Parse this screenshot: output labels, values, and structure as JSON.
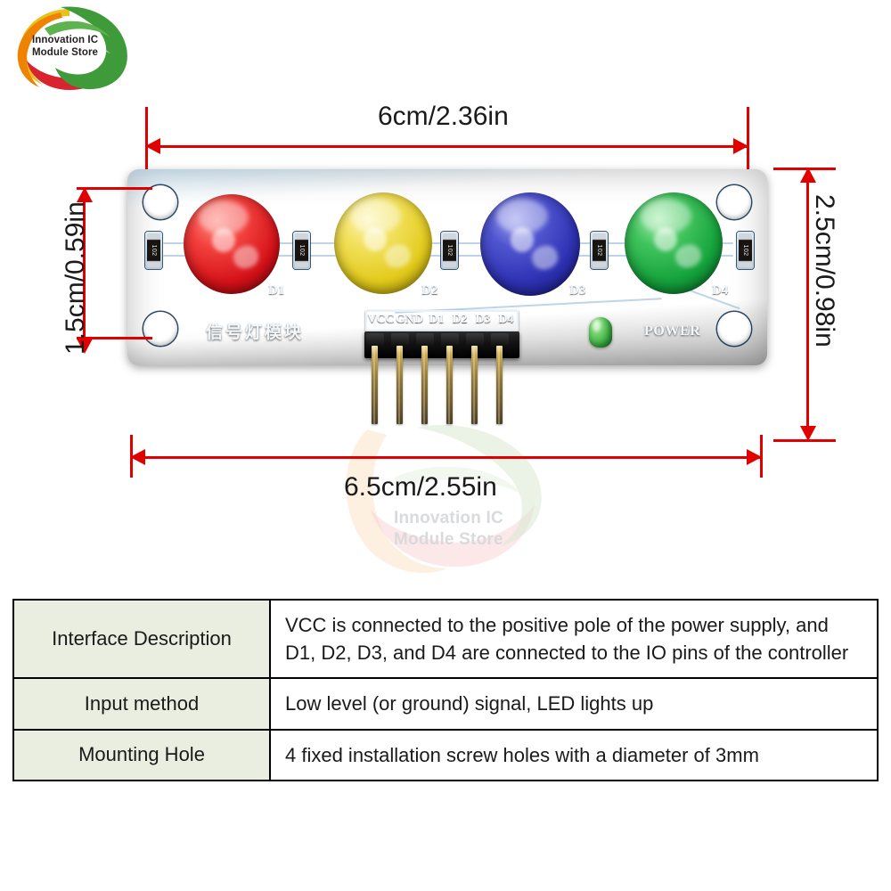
{
  "logo": {
    "name": "Innovation IC\nModule Store",
    "colors": {
      "green": "#3f9a3a",
      "yellow": "#e8c11c",
      "orange": "#ef8200",
      "red": "#d9232e"
    }
  },
  "watermark": {
    "text": "Innovation IC\nModule Store"
  },
  "product": {
    "board": {
      "silkscreen_cn": "信号灯模块",
      "power_label": "POWER",
      "pcb_color": "#103f72",
      "leds": [
        {
          "label": "D1",
          "color": "#e8232a",
          "name": "red"
        },
        {
          "label": "D2",
          "color": "#e9d11e",
          "name": "yellow"
        },
        {
          "label": "D3",
          "color": "#2f33b4",
          "name": "blue"
        },
        {
          "label": "D4",
          "color": "#1fa83f",
          "name": "green"
        }
      ],
      "resistor_code": "102",
      "header_pins": [
        "VCC",
        "GND",
        "D1",
        "D2",
        "D3",
        "D4"
      ]
    },
    "dimensions": {
      "top": "6cm/2.36in",
      "left": "1.5cm/0.59in",
      "right": "2.5cm/0.98in",
      "bottom": "6.5cm/2.55in",
      "accent_color": "#e00000"
    }
  },
  "spec_table": {
    "rows": [
      {
        "label": "Interface Description",
        "value": "VCC is connected to the positive pole of the power supply, and D1, D2, D3, and D4 are connected to the IO pins of the controller"
      },
      {
        "label": "Input method",
        "value": "Low level (or ground) signal, LED lights up"
      },
      {
        "label": "Mounting Hole",
        "value": "4 fixed installation screw holes with a diameter of 3mm"
      }
    ]
  }
}
